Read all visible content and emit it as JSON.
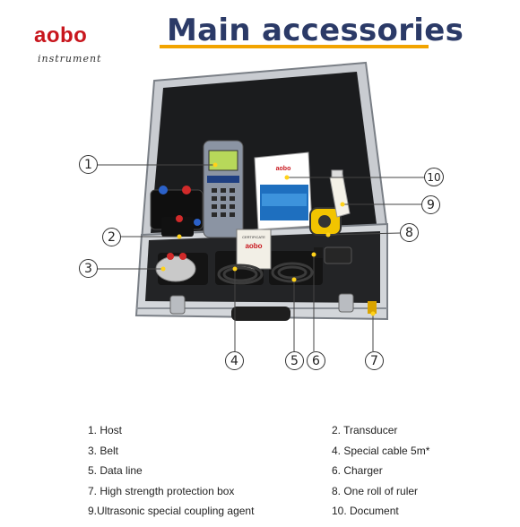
{
  "brand": {
    "name": "aobo",
    "tagline": "instrument",
    "color": "#c8161d"
  },
  "title": "Main accessories",
  "accent_color": "#f2a400",
  "callouts": [
    "1",
    "2",
    "3",
    "4",
    "5",
    "6",
    "7",
    "8",
    "9",
    "10"
  ],
  "product_labels": {
    "certificate": "CERTIFICATE",
    "cert_brand": "aobo",
    "manual_brand": "aobo",
    "manual_title": "Ultrasonic Flowmeter User Manual"
  },
  "accessories": [
    "1. Host",
    "2. Transducer",
    "3. Belt",
    "4. Special cable 5m*",
    "5. Data line",
    "6. Charger",
    "7. High strength protection box",
    "8. One roll of ruler",
    "9.Ultrasonic special coupling agent",
    "10. Document"
  ]
}
